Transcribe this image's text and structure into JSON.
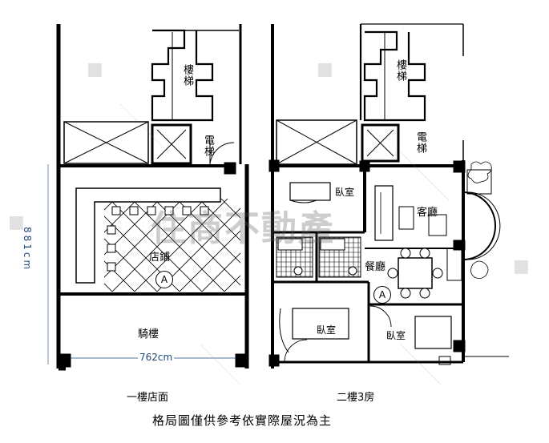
{
  "floor1": {
    "rooms": {
      "stairs": "樓梯",
      "elevator": "電梯",
      "shop": "店鋪",
      "arcade": "騎樓"
    },
    "marker": "A",
    "dim_width": "762cm",
    "dim_depth": "881cm",
    "caption": "一樓店面"
  },
  "floor2": {
    "rooms": {
      "stairs": "樓梯",
      "elevator": "電梯",
      "bedroom_top": "臥室",
      "living": "客廳",
      "dining": "餐廳",
      "bedroom_left": "臥室",
      "bedroom_right": "臥室"
    },
    "marker": "A",
    "caption": "二樓3房"
  },
  "note": "格局圖僅供參考依實際屋況為主",
  "watermark": {
    "brand": "住商不動產"
  }
}
